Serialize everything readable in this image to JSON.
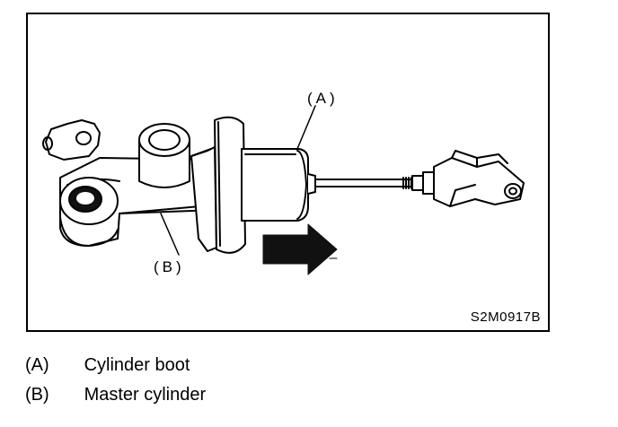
{
  "figure": {
    "callout_a": "(A)",
    "callout_b": "(B)",
    "code": "S2M0917B"
  },
  "legend": [
    {
      "key": "(A)",
      "text": "Cylinder boot"
    },
    {
      "key": "(B)",
      "text": "Master cylinder"
    }
  ]
}
